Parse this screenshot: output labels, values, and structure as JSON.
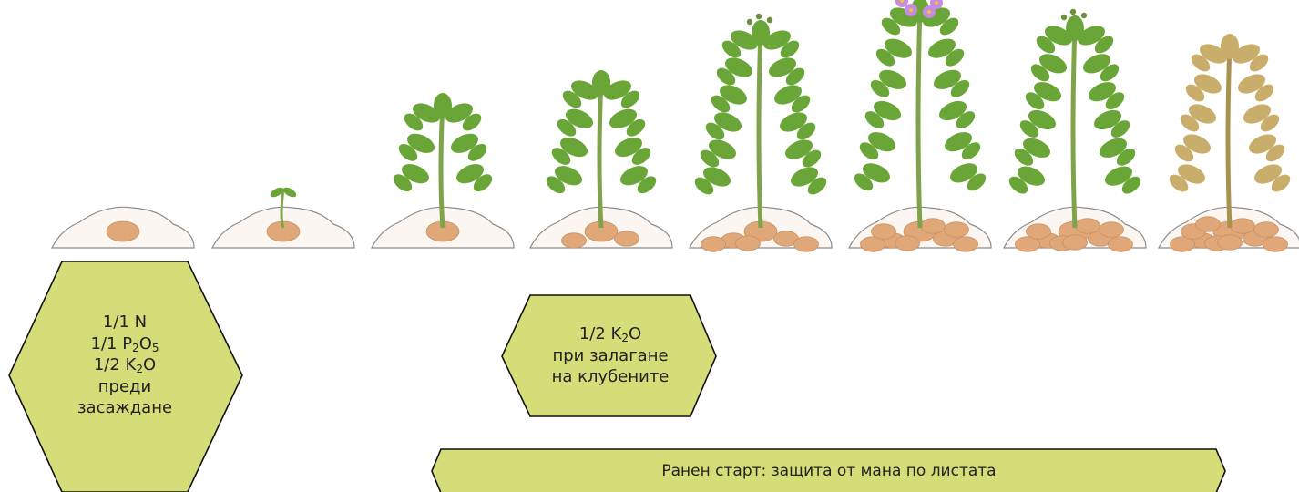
{
  "stages": [
    {
      "name": "seed-tuber"
    },
    {
      "name": "sprouting"
    },
    {
      "name": "emergence"
    },
    {
      "name": "stolon-formation"
    },
    {
      "name": "flowering-buds"
    },
    {
      "name": "full-flowering"
    },
    {
      "name": "tuber-bulking"
    },
    {
      "name": "senescence"
    }
  ],
  "colors": {
    "hexagon_fill": "#d4dd78",
    "leaf": "#6aa637",
    "stem": "#7fa34a",
    "tuber": "#e0a879",
    "flower": "#c98be0",
    "senescent_leaf": "#c9ad6a"
  },
  "boxes": {
    "preplant": {
      "line1": "1/1 N",
      "line2_pre": "1/1 P",
      "line2_sub1": "2",
      "line2_mid": "O",
      "line2_sub2": "5",
      "line3_pre": "1/2 K",
      "line3_sub": "2",
      "line3_post": "O",
      "line4": "преди",
      "line5": "засаждане"
    },
    "tuber_set": {
      "line1_pre": "1/2 K",
      "line1_sub": "2",
      "line1_post": "O",
      "line2": "при залагане",
      "line3": "на клубените"
    },
    "protection": {
      "text": "Ранен старт: защита от мана по листата"
    }
  }
}
